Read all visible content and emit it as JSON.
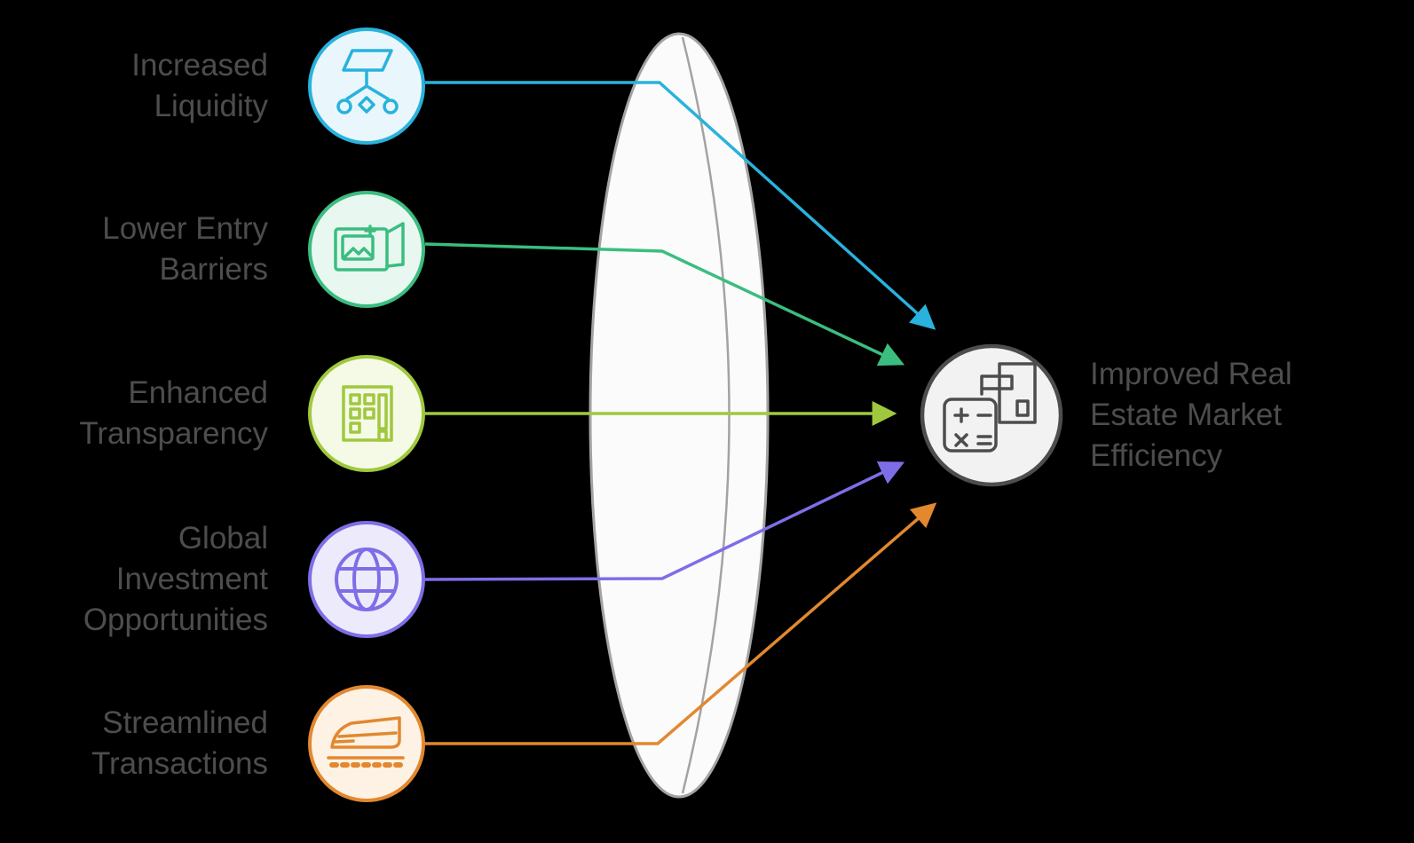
{
  "diagram": {
    "items": [
      {
        "label": "Increased Liquidity",
        "icon": "flowchart-icon",
        "color": "#29b2dd",
        "fill": "#e9f7fc"
      },
      {
        "label": "Lower Entry Barriers",
        "icon": "wallet-icon",
        "color": "#3bbd80",
        "fill": "#e8f8f0"
      },
      {
        "label": "Enhanced Transparency",
        "icon": "building-icon",
        "color": "#a0c83e",
        "fill": "#f5fae6"
      },
      {
        "label": "Global Investment Opportunities",
        "icon": "globe-icon",
        "color": "#7d6ee8",
        "fill": "#edeafc"
      },
      {
        "label": "Streamlined Transactions",
        "icon": "train-icon",
        "color": "#e2882f",
        "fill": "#fdf2e4"
      }
    ],
    "outcome": {
      "label": "Improved Real Estate Market Efficiency",
      "icon": "calculator-document-icon",
      "color": "#4d4d4d",
      "fill": "#f2f2f2"
    }
  }
}
